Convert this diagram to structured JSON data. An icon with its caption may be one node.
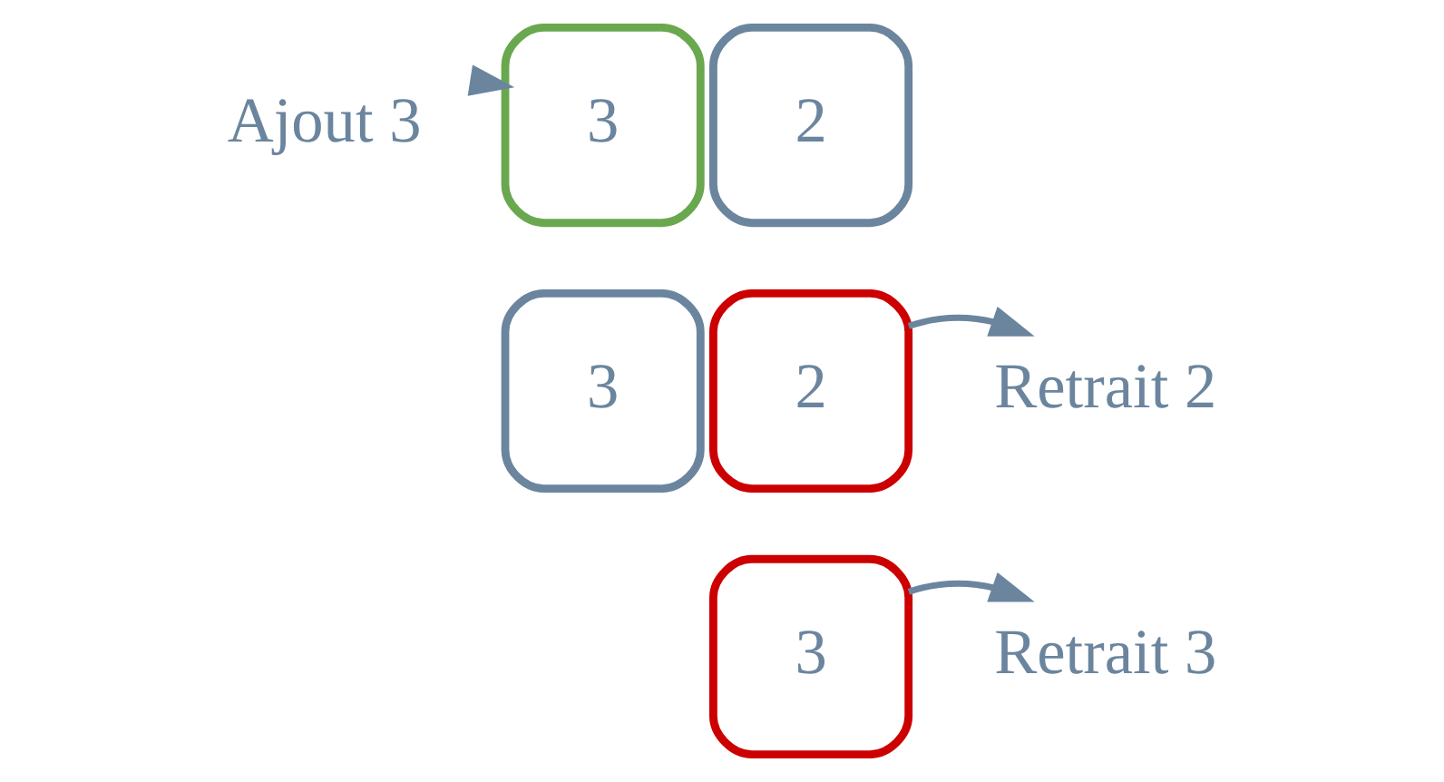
{
  "diagram": {
    "nodes": [
      {
        "text": [
          "Ajout 3"
        ]
      },
      {
        "text": [
          "3"
        ]
      },
      {
        "text": [
          "2"
        ]
      },
      {
        "text": [
          "3"
        ]
      },
      {
        "text": [
          "2"
        ]
      },
      {
        "text": [
          "Retrait 2"
        ]
      },
      {
        "text": [
          "3"
        ]
      },
      {
        "text": [
          "Retrait 3"
        ]
      }
    ],
    "edges": [
      {
        "from": 0,
        "to": 1,
        "arrow": "to"
      },
      {
        "from": 4,
        "to": 5,
        "arrow": "to"
      },
      {
        "from": 6,
        "to": 7,
        "arrow": "to"
      }
    ]
  }
}
